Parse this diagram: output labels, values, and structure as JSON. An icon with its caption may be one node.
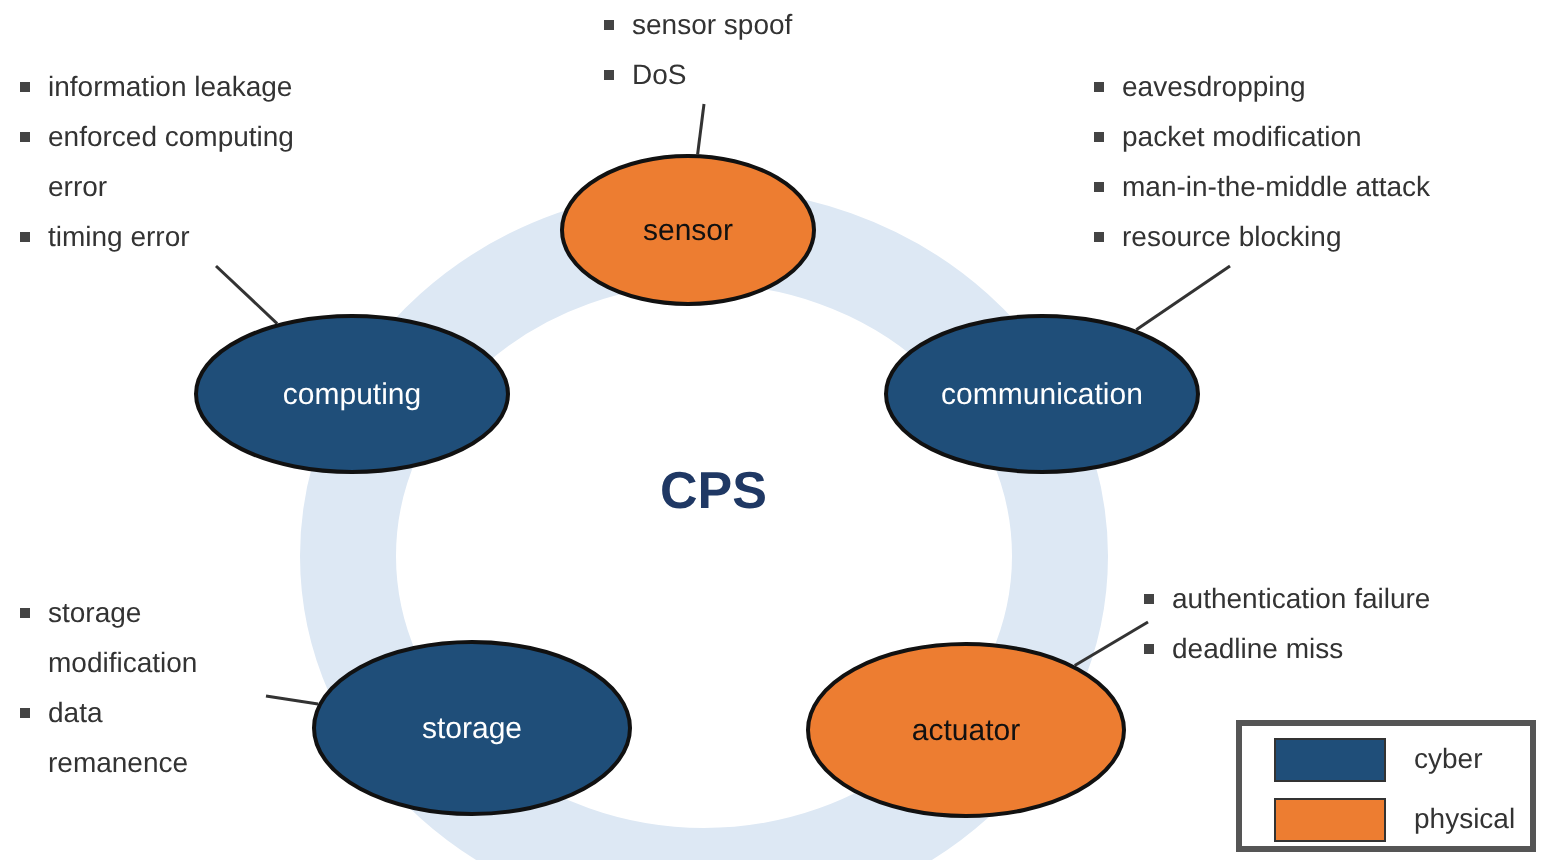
{
  "diagram": {
    "nodes": [
      {
        "text": [
          "sensor"
        ]
      },
      {
        "text": [
          "communication"
        ]
      },
      {
        "text": [
          "actuator"
        ]
      },
      {
        "text": [
          "storage"
        ]
      },
      {
        "text": [
          "computing"
        ]
      },
      {
        "text": [
          "sensor spoof",
          "DoS"
        ]
      },
      {
        "text": [
          "eavesdropping",
          "packet modification",
          "man-in-the-middle attack",
          "resource blocking"
        ]
      },
      {
        "text": [
          "authentication failure",
          "deadline miss"
        ]
      },
      {
        "text": [
          "storage modification",
          "data remanence"
        ]
      },
      {
        "text": [
          "information leakage",
          "enforced computing error",
          "timing error"
        ]
      }
    ],
    "edges": [
      {
        "from": 5,
        "to": 0,
        "arrow": "none"
      },
      {
        "from": 6,
        "to": 1,
        "arrow": "none"
      },
      {
        "from": 7,
        "to": 2,
        "arrow": "none"
      },
      {
        "from": 8,
        "to": 3,
        "arrow": "none"
      },
      {
        "from": 9,
        "to": 4,
        "arrow": "none"
      }
    ],
    "labels": [
      "CPS"
    ],
    "legend": [
      {
        "text": "cyber",
        "color": "#1f4e79"
      },
      {
        "text": "physical",
        "color": "#ed7d31"
      }
    ]
  }
}
